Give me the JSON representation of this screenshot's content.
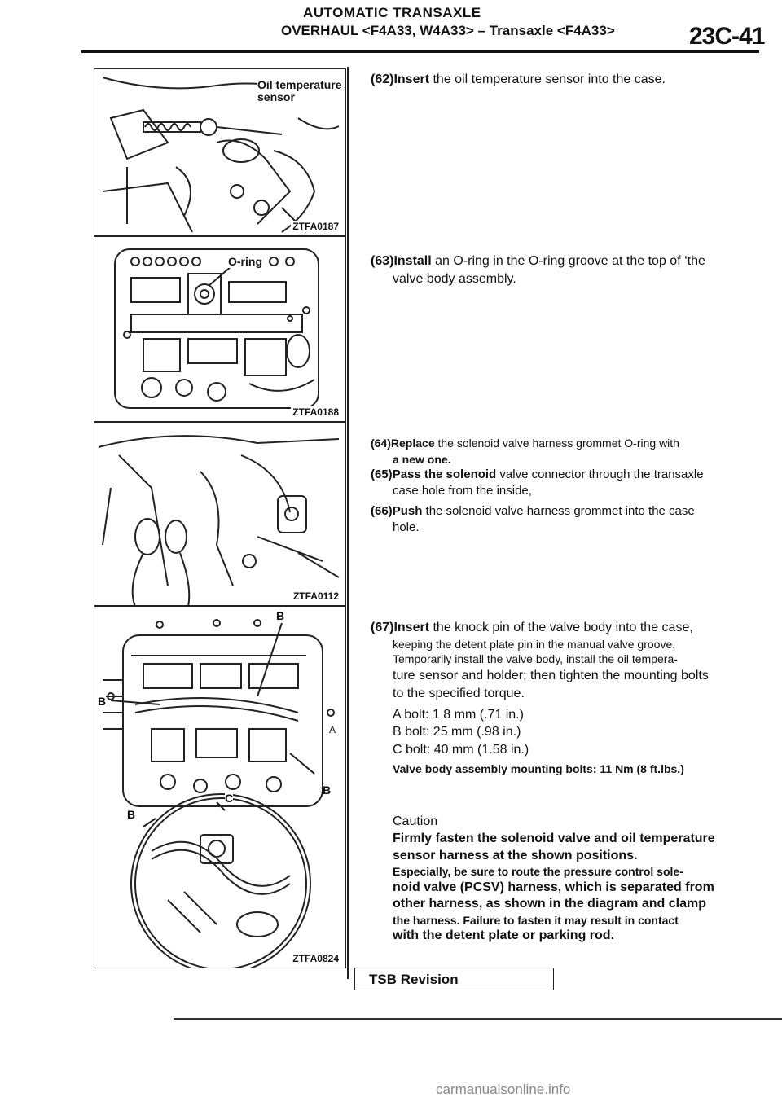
{
  "header": {
    "line1": "AUTOMATIC TRANSAXLE",
    "line2": "OVERHAUL <F4A33, W4A33> – Transaxle <F4A33>",
    "page": "23C-41"
  },
  "figures": [
    {
      "id": "ZTFA0187",
      "callout": "Oil temperature sensor"
    },
    {
      "id": "ZTFA0188",
      "callout": "O-ring"
    },
    {
      "id": "ZTFA0112"
    },
    {
      "id": "ZTFA0824",
      "labels": {
        "a": "A",
        "b": "B",
        "c": "C"
      }
    }
  ],
  "steps": {
    "s62": {
      "num": "(62)",
      "verb": "Insert",
      "text": " the oil temperature sensor into the case."
    },
    "s63": {
      "num": "(63)",
      "verb": "Install",
      "text": " an O-ring in the O-ring groove at the top of ‘the",
      "text2": "valve body assembly."
    },
    "s64": {
      "num": "(64)",
      "verb": "Replace",
      "text": " the solenoid valve harness grommet O-ring with",
      "text2": "a new one."
    },
    "s65": {
      "num": "(65)",
      "verb": "Pass the solenoid",
      "text": " valve connector through the transaxle",
      "text2": "case hole from the inside,"
    },
    "s66": {
      "num": "(66)",
      "verb": "Push",
      "text": " the solenoid valve harness grommet into the case",
      "text2": "hole."
    },
    "s67": {
      "num": "(67)",
      "verb": "Insert",
      "text": " the knock pin of the valve body into the case,",
      "l2": "keeping the detent plate pin in the manual valve groove.",
      "l3": "Temporarily install the valve body, install the oil tempera-",
      "l4": "ture sensor and holder; then tighten the mounting bolts",
      "l5": "to the specified torque.",
      "a": "A bolt: 1 8 mm (.71 in.)",
      "b": "B bolt: 25 mm (.98 in.)",
      "c": "C bolt: 40 mm (1.58 in.)",
      "torque": "Valve body assembly mounting bolts: 11 Nm (8 ft.lbs.)"
    }
  },
  "caution": {
    "title": "Caution",
    "l1": "Firmly fasten the solenoid valve and oil temperature",
    "l2": "sensor harness at the shown positions.",
    "l3": "Especially, be sure to route the pressure control sole-",
    "l4": "noid valve (PCSV) harness, which is separated from",
    "l5": "other harness, as shown in the diagram and clamp",
    "l6": "the harness. Failure to fasten it may result in contact",
    "l7": "with the detent plate or parking rod."
  },
  "footer": {
    "tsb": "TSB Revision",
    "watermark": "carmanualsonline.info"
  }
}
